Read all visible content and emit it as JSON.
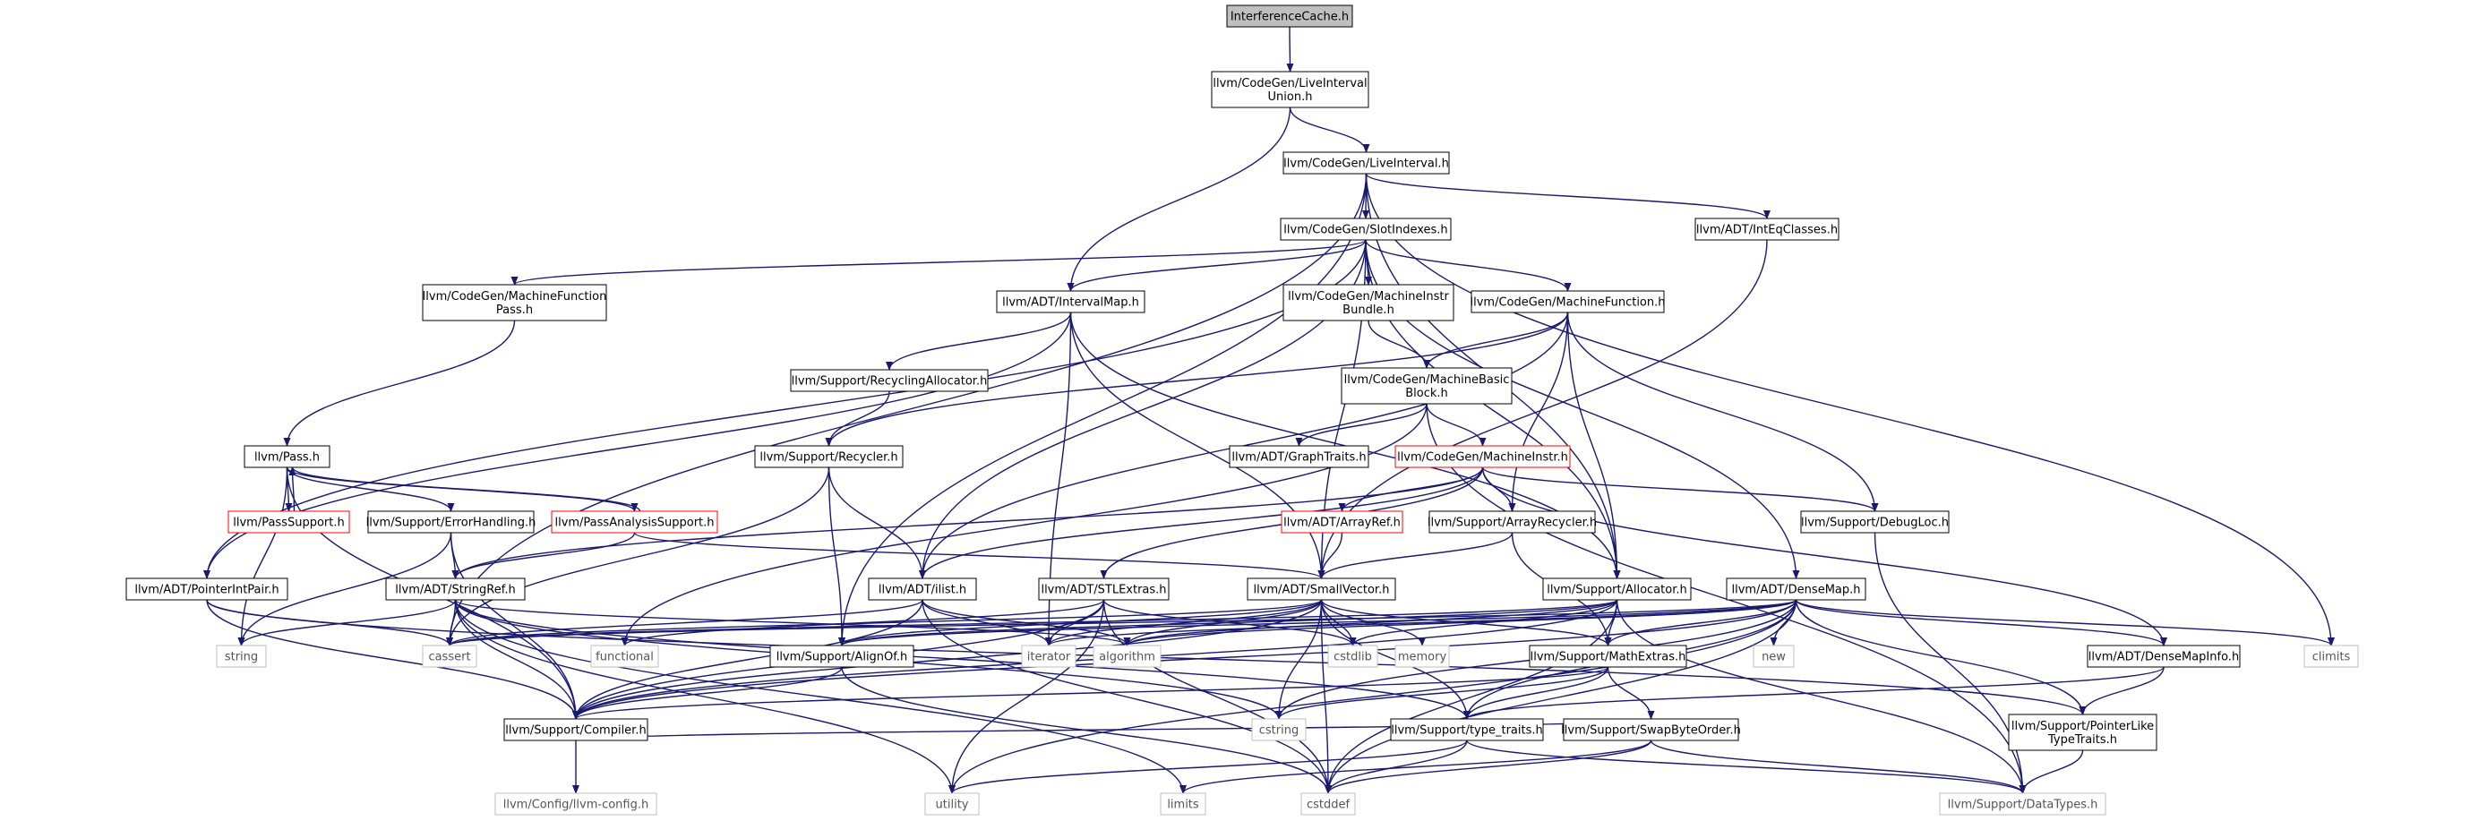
{
  "colors": {
    "edge": "#191970",
    "box_border": "#000000",
    "red_border": "#ff0000",
    "gray_border": "#bfbfbf",
    "root_fill": "#bfbfbf",
    "white": "#ffffff",
    "text": "#000000"
  },
  "nodes": [
    {
      "id": "interferencecache",
      "kind": "root",
      "lines": [
        "InterferenceCache.h"
      ]
    },
    {
      "id": "liveintervalunion",
      "kind": "box",
      "lines": [
        "llvm/CodeGen/LiveInterval",
        "Union.h"
      ]
    },
    {
      "id": "liveinterval",
      "kind": "box",
      "lines": [
        "llvm/CodeGen/LiveInterval.h"
      ]
    },
    {
      "id": "slotindexes",
      "kind": "box",
      "lines": [
        "llvm/CodeGen/SlotIndexes.h"
      ]
    },
    {
      "id": "inteqclasses",
      "kind": "box",
      "lines": [
        "llvm/ADT/IntEqClasses.h"
      ]
    },
    {
      "id": "machinefunctionpass",
      "kind": "box",
      "lines": [
        "llvm/CodeGen/MachineFunction",
        "Pass.h"
      ]
    },
    {
      "id": "intervalmap",
      "kind": "box",
      "lines": [
        "llvm/ADT/IntervalMap.h"
      ]
    },
    {
      "id": "machineinstrbundle",
      "kind": "box",
      "lines": [
        "llvm/CodeGen/MachineInstr",
        "Bundle.h"
      ]
    },
    {
      "id": "machinefunction",
      "kind": "box",
      "lines": [
        "llvm/CodeGen/MachineFunction.h"
      ]
    },
    {
      "id": "recyclingallocator",
      "kind": "box",
      "lines": [
        "llvm/Support/RecyclingAllocator.h"
      ]
    },
    {
      "id": "machinebasicblock",
      "kind": "box",
      "lines": [
        "llvm/CodeGen/MachineBasic",
        "Block.h"
      ]
    },
    {
      "id": "pass",
      "kind": "box",
      "lines": [
        "llvm/Pass.h"
      ]
    },
    {
      "id": "recycler",
      "kind": "box",
      "lines": [
        "llvm/Support/Recycler.h"
      ]
    },
    {
      "id": "graphtraits",
      "kind": "box",
      "lines": [
        "llvm/ADT/GraphTraits.h"
      ]
    },
    {
      "id": "machineinstr",
      "kind": "red",
      "lines": [
        "llvm/CodeGen/MachineInstr.h"
      ]
    },
    {
      "id": "passsupport",
      "kind": "red",
      "lines": [
        "llvm/PassSupport.h"
      ]
    },
    {
      "id": "errorhandling",
      "kind": "box",
      "lines": [
        "llvm/Support/ErrorHandling.h"
      ]
    },
    {
      "id": "passanalysissupport",
      "kind": "red",
      "lines": [
        "llvm/PassAnalysisSupport.h"
      ]
    },
    {
      "id": "arrayref",
      "kind": "red",
      "lines": [
        "llvm/ADT/ArrayRef.h"
      ]
    },
    {
      "id": "arrayrecycler",
      "kind": "box",
      "lines": [
        "llvm/Support/ArrayRecycler.h"
      ]
    },
    {
      "id": "debugloc",
      "kind": "box",
      "lines": [
        "llvm/Support/DebugLoc.h"
      ]
    },
    {
      "id": "pointerintpair",
      "kind": "box",
      "lines": [
        "llvm/ADT/PointerIntPair.h"
      ]
    },
    {
      "id": "stringref",
      "kind": "box",
      "lines": [
        "llvm/ADT/StringRef.h"
      ]
    },
    {
      "id": "ilist",
      "kind": "box",
      "lines": [
        "llvm/ADT/ilist.h"
      ]
    },
    {
      "id": "stlextras",
      "kind": "box",
      "lines": [
        "llvm/ADT/STLExtras.h"
      ]
    },
    {
      "id": "smallvector",
      "kind": "box",
      "lines": [
        "llvm/ADT/SmallVector.h"
      ]
    },
    {
      "id": "allocator",
      "kind": "box",
      "lines": [
        "llvm/Support/Allocator.h"
      ]
    },
    {
      "id": "densemap",
      "kind": "box",
      "lines": [
        "llvm/ADT/DenseMap.h"
      ]
    },
    {
      "id": "string",
      "kind": "gray",
      "lines": [
        "string"
      ]
    },
    {
      "id": "cassert",
      "kind": "gray",
      "lines": [
        "cassert"
      ]
    },
    {
      "id": "functional",
      "kind": "gray",
      "lines": [
        "functional"
      ]
    },
    {
      "id": "alignof",
      "kind": "box",
      "lines": [
        "llvm/Support/AlignOf.h"
      ]
    },
    {
      "id": "iterator",
      "kind": "gray",
      "lines": [
        "iterator"
      ]
    },
    {
      "id": "algorithm",
      "kind": "gray",
      "lines": [
        "algorithm"
      ]
    },
    {
      "id": "cstdlib",
      "kind": "gray",
      "lines": [
        "cstdlib"
      ]
    },
    {
      "id": "memory",
      "kind": "gray",
      "lines": [
        "memory"
      ]
    },
    {
      "id": "mathextras",
      "kind": "box",
      "lines": [
        "llvm/Support/MathExtras.h"
      ]
    },
    {
      "id": "new",
      "kind": "gray",
      "lines": [
        "new"
      ]
    },
    {
      "id": "densemapinfo",
      "kind": "box",
      "lines": [
        "llvm/ADT/DenseMapInfo.h"
      ]
    },
    {
      "id": "climits",
      "kind": "gray",
      "lines": [
        "climits"
      ]
    },
    {
      "id": "compiler",
      "kind": "box",
      "lines": [
        "llvm/Support/Compiler.h"
      ]
    },
    {
      "id": "cstring",
      "kind": "gray",
      "lines": [
        "cstring"
      ]
    },
    {
      "id": "typetraits",
      "kind": "box",
      "lines": [
        "llvm/Support/type_traits.h"
      ]
    },
    {
      "id": "swapbyteorder",
      "kind": "box",
      "lines": [
        "llvm/Support/SwapByteOrder.h"
      ]
    },
    {
      "id": "pointerliketypetraits",
      "kind": "box",
      "lines": [
        "llvm/Support/PointerLike",
        "TypeTraits.h"
      ]
    },
    {
      "id": "llvmconfig",
      "kind": "gray",
      "lines": [
        "llvm/Config/llvm-config.h"
      ]
    },
    {
      "id": "utility",
      "kind": "gray",
      "lines": [
        "utility"
      ]
    },
    {
      "id": "limits",
      "kind": "gray",
      "lines": [
        "limits"
      ]
    },
    {
      "id": "cstddef",
      "kind": "gray",
      "lines": [
        "cstddef"
      ]
    },
    {
      "id": "datatypes",
      "kind": "gray",
      "lines": [
        "llvm/Support/DataTypes.h"
      ]
    }
  ],
  "edges": [
    [
      "interferencecache",
      "liveintervalunion"
    ],
    [
      "liveintervalunion",
      "liveinterval"
    ],
    [
      "liveintervalunion",
      "intervalmap"
    ],
    [
      "liveinterval",
      "slotindexes"
    ],
    [
      "liveinterval",
      "inteqclasses"
    ],
    [
      "liveinterval",
      "cassert"
    ],
    [
      "liveinterval",
      "climits"
    ],
    [
      "liveinterval",
      "allocator"
    ],
    [
      "liveinterval",
      "alignof"
    ],
    [
      "slotindexes",
      "machinefunctionpass"
    ],
    [
      "slotindexes",
      "intervalmap"
    ],
    [
      "slotindexes",
      "machineinstrbundle"
    ],
    [
      "slotindexes",
      "machinefunction"
    ],
    [
      "slotindexes",
      "pointerintpair"
    ],
    [
      "slotindexes",
      "ilist"
    ],
    [
      "slotindexes",
      "smallvector"
    ],
    [
      "slotindexes",
      "densemap"
    ],
    [
      "slotindexes",
      "allocator"
    ],
    [
      "inteqclasses",
      "smallvector"
    ],
    [
      "machinefunctionpass",
      "pass"
    ],
    [
      "intervalmap",
      "recyclingallocator"
    ],
    [
      "intervalmap",
      "pointerintpair"
    ],
    [
      "intervalmap",
      "smallvector"
    ],
    [
      "intervalmap",
      "allocator"
    ],
    [
      "intervalmap",
      "iterator"
    ],
    [
      "machineinstrbundle",
      "machinebasicblock"
    ],
    [
      "machinefunction",
      "machinebasicblock"
    ],
    [
      "machinefunction",
      "recycler"
    ],
    [
      "machinefunction",
      "ilist"
    ],
    [
      "machinefunction",
      "arrayrecycler"
    ],
    [
      "machinefunction",
      "debugloc"
    ],
    [
      "machinefunction",
      "allocator"
    ],
    [
      "recyclingallocator",
      "recycler"
    ],
    [
      "machinebasicblock",
      "graphtraits"
    ],
    [
      "machinebasicblock",
      "machineinstr"
    ],
    [
      "machinebasicblock",
      "functional"
    ],
    [
      "machinebasicblock",
      "datatypes"
    ],
    [
      "pass",
      "passsupport"
    ],
    [
      "pass",
      "passanalysissupport"
    ],
    [
      "pass",
      "errorhandling"
    ],
    [
      "pass",
      "string"
    ],
    [
      "pass",
      "compiler"
    ],
    [
      "passsupport",
      "pass"
    ],
    [
      "passanalysissupport",
      "pass"
    ],
    [
      "passanalysissupport",
      "stringref"
    ],
    [
      "passanalysissupport",
      "smallvector"
    ],
    [
      "recycler",
      "ilist"
    ],
    [
      "recycler",
      "alignof"
    ],
    [
      "recycler",
      "cassert"
    ],
    [
      "machineinstr",
      "arrayref"
    ],
    [
      "machineinstr",
      "arrayrecycler"
    ],
    [
      "machineinstr",
      "debugloc"
    ],
    [
      "machineinstr",
      "stlextras"
    ],
    [
      "machineinstr",
      "stringref"
    ],
    [
      "machineinstr",
      "ilist"
    ],
    [
      "machineinstr",
      "densemapinfo"
    ],
    [
      "errorhandling",
      "stringref"
    ],
    [
      "errorhandling",
      "compiler"
    ],
    [
      "errorhandling",
      "string"
    ],
    [
      "arrayref",
      "smallvector"
    ],
    [
      "arrayrecycler",
      "smallvector"
    ],
    [
      "arrayrecycler",
      "mathextras"
    ],
    [
      "debugloc",
      "datatypes"
    ],
    [
      "pointerintpair",
      "pointerliketypetraits"
    ],
    [
      "pointerintpair",
      "compiler"
    ],
    [
      "pointerintpair",
      "cassert"
    ],
    [
      "stringref",
      "compiler"
    ],
    [
      "stringref",
      "algorithm"
    ],
    [
      "stringref",
      "cassert"
    ],
    [
      "stringref",
      "cstring"
    ],
    [
      "stringref",
      "limits"
    ],
    [
      "stringref",
      "string"
    ],
    [
      "stringref",
      "utility"
    ],
    [
      "stringref",
      "typetraits"
    ],
    [
      "ilist",
      "algorithm"
    ],
    [
      "ilist",
      "cassert"
    ],
    [
      "ilist",
      "cstddef"
    ],
    [
      "ilist",
      "iterator"
    ],
    [
      "ilist",
      "compiler"
    ],
    [
      "stlextras",
      "compiler"
    ],
    [
      "stlextras",
      "cstddef"
    ],
    [
      "stlextras",
      "cstdlib"
    ],
    [
      "stlextras",
      "functional"
    ],
    [
      "stlextras",
      "iterator"
    ],
    [
      "stlextras",
      "utility"
    ],
    [
      "smallvector",
      "alignof"
    ],
    [
      "smallvector",
      "compiler"
    ],
    [
      "smallvector",
      "mathextras"
    ],
    [
      "smallvector",
      "typetraits"
    ],
    [
      "smallvector",
      "algorithm"
    ],
    [
      "smallvector",
      "cassert"
    ],
    [
      "smallvector",
      "cstddef"
    ],
    [
      "smallvector",
      "cstdlib"
    ],
    [
      "smallvector",
      "cstring"
    ],
    [
      "smallvector",
      "iterator"
    ],
    [
      "smallvector",
      "memory"
    ],
    [
      "allocator",
      "alignof"
    ],
    [
      "allocator",
      "datatypes"
    ],
    [
      "allocator",
      "mathextras"
    ],
    [
      "allocator",
      "compiler"
    ],
    [
      "allocator",
      "algorithm"
    ],
    [
      "allocator",
      "cassert"
    ],
    [
      "allocator",
      "cstddef"
    ],
    [
      "allocator",
      "cstdlib"
    ],
    [
      "densemap",
      "densemapinfo"
    ],
    [
      "densemap",
      "alignof"
    ],
    [
      "densemap",
      "compiler"
    ],
    [
      "densemap",
      "mathextras"
    ],
    [
      "densemap",
      "pointerliketypetraits"
    ],
    [
      "densemap",
      "typetraits"
    ],
    [
      "densemap",
      "algorithm"
    ],
    [
      "densemap",
      "cassert"
    ],
    [
      "densemap",
      "climits"
    ],
    [
      "densemap",
      "cstddef"
    ],
    [
      "densemap",
      "cstring"
    ],
    [
      "densemap",
      "iterator"
    ],
    [
      "densemap",
      "new"
    ],
    [
      "densemap",
      "utility"
    ],
    [
      "alignof",
      "compiler"
    ],
    [
      "alignof",
      "cstddef"
    ],
    [
      "mathextras",
      "compiler"
    ],
    [
      "mathextras",
      "swapbyteorder"
    ],
    [
      "mathextras",
      "typetraits"
    ],
    [
      "mathextras",
      "cstring"
    ],
    [
      "densemapinfo",
      "pointerliketypetraits"
    ],
    [
      "densemapinfo",
      "typetraits"
    ],
    [
      "compiler",
      "llvmconfig"
    ],
    [
      "typetraits",
      "datatypes"
    ],
    [
      "typetraits",
      "cstddef"
    ],
    [
      "typetraits",
      "utility"
    ],
    [
      "swapbyteorder",
      "compiler"
    ],
    [
      "swapbyteorder",
      "datatypes"
    ],
    [
      "swapbyteorder",
      "cstddef"
    ],
    [
      "swapbyteorder",
      "limits"
    ],
    [
      "pointerliketypetraits",
      "datatypes"
    ]
  ]
}
